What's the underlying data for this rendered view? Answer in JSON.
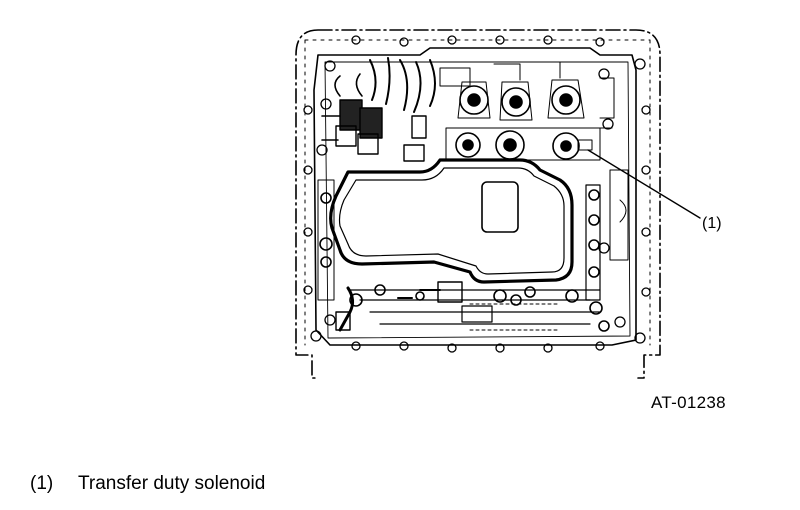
{
  "diagram": {
    "callout": "(1)",
    "figure_code": "AT-01238"
  },
  "legend": {
    "items": [
      {
        "number": "(1)",
        "label": "Transfer duty solenoid"
      }
    ]
  }
}
